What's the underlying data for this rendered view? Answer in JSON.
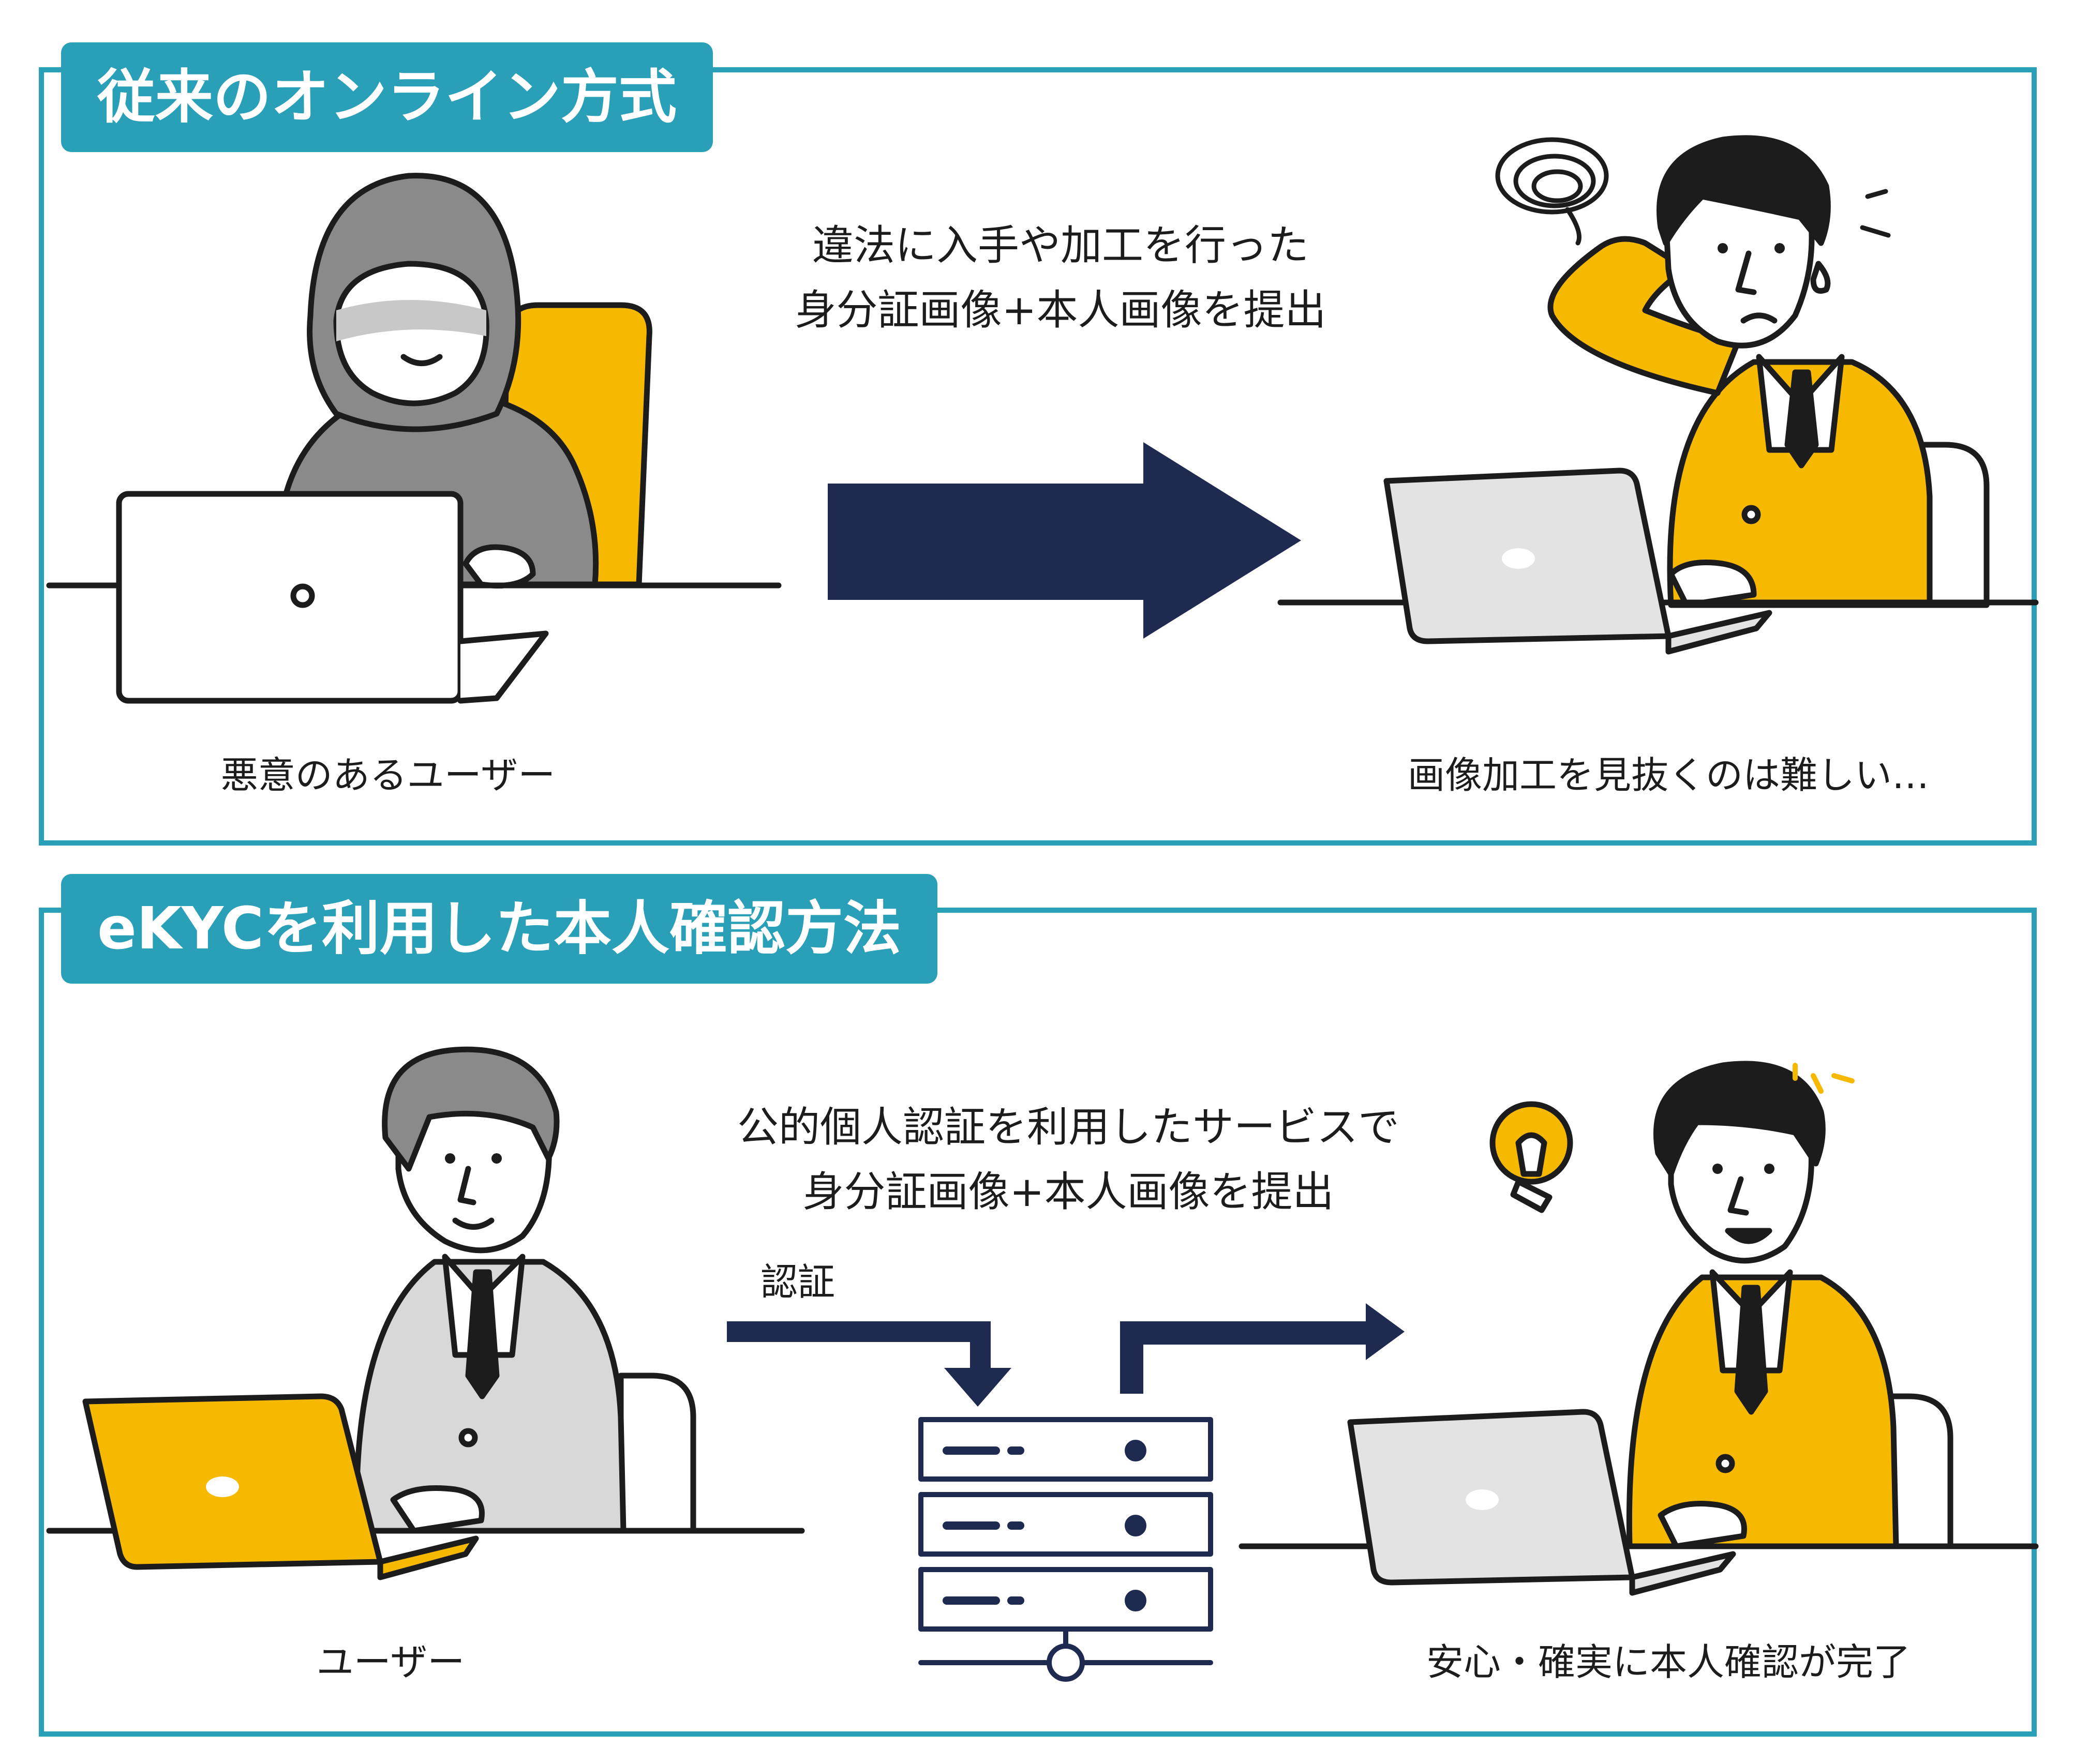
{
  "colors": {
    "frame": "#2a9fb8",
    "navy": "#1f2a51",
    "yellow": "#f7b900",
    "hood": "#8a8a8a",
    "suit_gray": "#d8d8d8",
    "skin": "#ffffff",
    "laptop_gray": "#e3e3e3"
  },
  "top_panel": {
    "title": "従来のオンライン方式",
    "caption_line1": "違法に入手や加工を行った",
    "caption_line2": "身分証画像+本人画像を提出",
    "left_label": "悪意のあるユーザー",
    "right_label": "画像加工を見抜くのは難しい…",
    "icons": [
      "hooded-hacker-icon",
      "laptop-icon",
      "arrow-right-icon",
      "confused-businessman-icon",
      "dizzy-swirl-icon"
    ]
  },
  "bottom_panel": {
    "title": "eKYCを利用した本人確認方法",
    "caption_line1": "公的個人認証を利用したサービスで",
    "caption_line2": "身分証画像+本人画像を提出",
    "auth_label": "認証",
    "left_label": "ユーザー",
    "right_label": "安心・確実に本人確認が完了",
    "icons": [
      "businessman-user-icon",
      "server-rack-icon",
      "flow-arrow-icon",
      "happy-businessman-icon",
      "light-bulb-icon"
    ]
  }
}
